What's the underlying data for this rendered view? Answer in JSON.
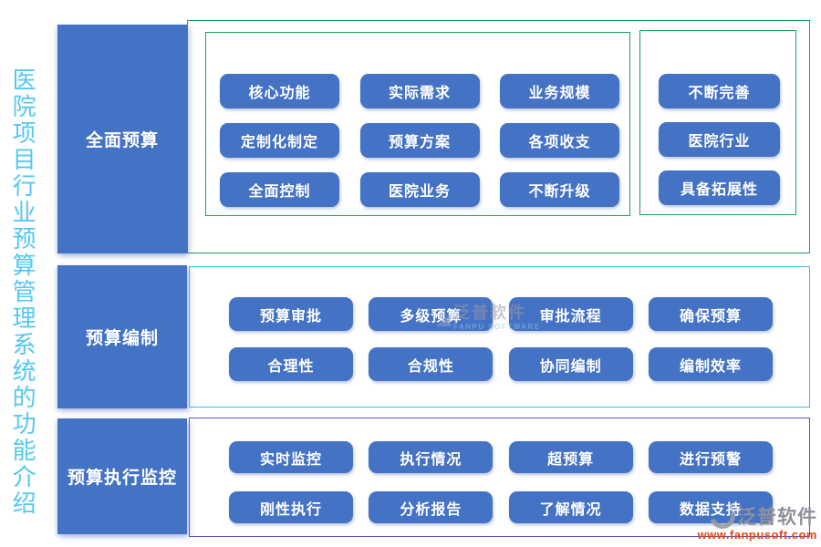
{
  "title": {
    "text": "医院项目行业预算管理系统的功能介绍"
  },
  "colors": {
    "accent_blue": "#4472C4",
    "title_cyan": "#55C7F2",
    "frame_green": "#17A35B",
    "frame_cyan": "#35BEE8",
    "frame_purple": "#5B50C6",
    "watermark_gray": "#90909A",
    "watermark_url_orange": "#E24A12"
  },
  "sections": [
    {
      "label": "全面预算",
      "group_main": {
        "items": [
          "核心功能",
          "实际需求",
          "业务规模",
          "定制化制定",
          "预算方案",
          "各项收支",
          "全面控制",
          "医院业务",
          "不断升级"
        ]
      },
      "group_side": {
        "items": [
          "不断完善",
          "医院行业",
          "具备拓展性"
        ]
      }
    },
    {
      "label": "预算编制",
      "items": [
        "预算审批",
        "多级预算",
        "审批流程",
        "确保预算",
        "合理性",
        "合规性",
        "协同编制",
        "编制效率"
      ]
    },
    {
      "label": "预算执行监控",
      "items": [
        "实时监控",
        "执行情况",
        "超预算",
        "进行预警",
        "刚性执行",
        "分析报告",
        "了解情况",
        "数据支持"
      ]
    }
  ],
  "watermark_center": {
    "brand": "泛普软件",
    "brand_sub": "FANPU SOFTWARE"
  },
  "watermark_corner": {
    "brand": "泛普软件",
    "url": "www.fanpusoft.com"
  }
}
